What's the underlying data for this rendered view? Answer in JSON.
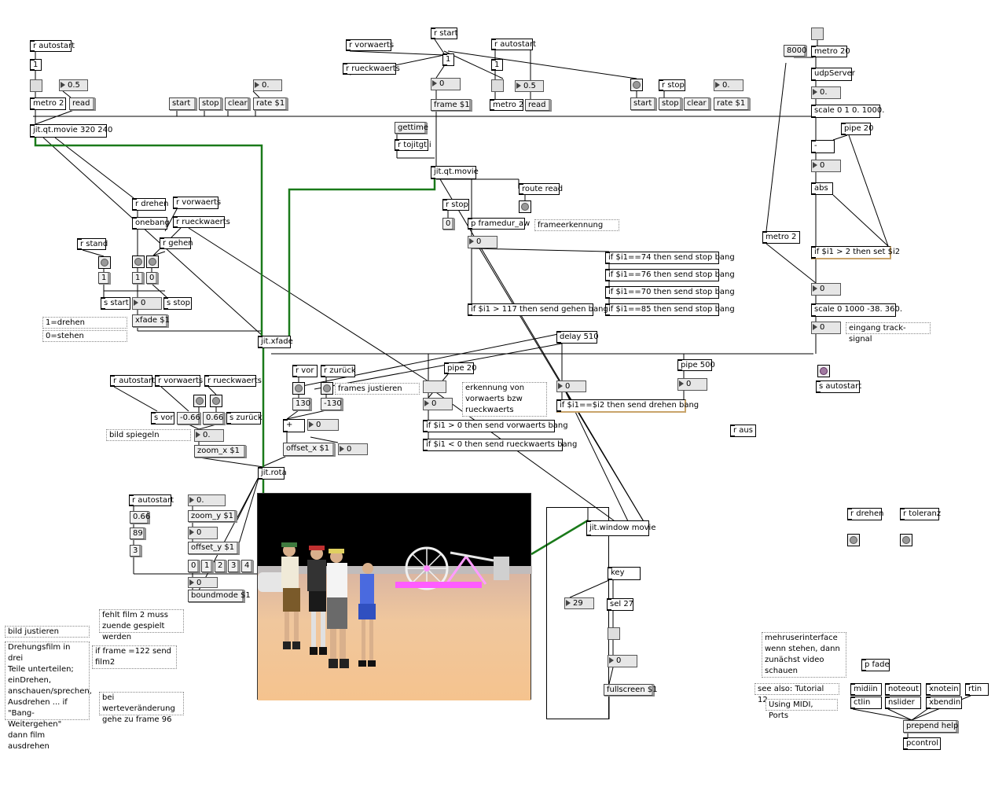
{
  "objects": {
    "r_autostart_1": "r autostart",
    "tog_1": "1",
    "num_05_1": "0.5",
    "metro2_1": "metro 2",
    "read_1": "read",
    "start_1": "start",
    "stop_1": "stop",
    "clear_1": "clear",
    "num_0_1": "0.",
    "rate_1": "rate $1",
    "jit_qt_movie_1": "jit.qt.movie 320 240",
    "r_vorwaerts_1": "r vorwaerts",
    "r_rueckwaerts_1": "r rueckwaerts",
    "r_start": "r start",
    "tog_start": "1",
    "num_0_frame": "0",
    "frame_1": "frame $1",
    "r_autostart_2": "r autostart",
    "tog_2": "1",
    "num_05_2": "0.5",
    "metro2_2": "metro 2",
    "read_2": "read",
    "start_2": "start",
    "r_stop_1": "r stop",
    "stop_2": "stop",
    "clear_2": "clear",
    "num_0_2": "0.",
    "rate_2": "rate $1",
    "gettime": "gettime",
    "r_tojitgtli": "r tojitgtli",
    "jit_qt_movie_2": "jit.qt.movie",
    "route_read": "route read",
    "r_stop_2": "r stop",
    "num_0_stop": "0",
    "p_framedur": "p framedur_aw",
    "frameerkennung": "frameerkennung",
    "num_0_fd": "0",
    "if_74": "if $i1==74 then send stop bang",
    "if_76": "if $i1==76 then send stop bang",
    "if_70": "if $i1==70 then send stop bang",
    "if_85": "if $i1==85 then send stop bang",
    "if_117": "if $i1 > 117 then send gehen bang",
    "r_drehen_1": "r drehen",
    "r_vorwaerts_2": "r vorwaerts",
    "onebang": "onebang",
    "r_rueckwaerts_2": "r rueckwaerts",
    "r_stand": "r stand",
    "r_gehen": "r gehen",
    "one_a": "1",
    "one_b": "1",
    "zero_a": "0",
    "s_start": "s start",
    "num_0_xf": "0",
    "s_stop": "s stop",
    "xfade": "xfade $1",
    "c_drehen": "1=drehen",
    "c_stehen": "0=stehen",
    "jit_xfade": "jit.xfade",
    "delay": "delay 510",
    "pipe500": "pipe 500",
    "num_pipe500": "0",
    "r_vor": "r vor",
    "r_zurueck": "r zurück",
    "frames_justieren": "frames justieren",
    "n130": "130",
    "n_130": "-130",
    "plus": "+",
    "num_plus": "0",
    "pipe20_a": "pipe 20",
    "erkennung": "erkennung von\nvorwaerts bzw\nrueckwaerts",
    "num_pipe20a": "0",
    "num_vr": "0",
    "if_vor": "if $i1 > 0 then send vorwaerts bang",
    "if_rueck": "if $i1 < 0 then send rueckwaerts bang",
    "num_d": "0",
    "if_drehen": "if $i1==$i2 then send drehen bang",
    "r_aus": "r aus",
    "r_autostart_3": "r autostart",
    "r_vorwaerts_3": "r vorwaerts",
    "r_rueckwaerts_3": "r rueckwaerts",
    "s_vor": "s vor",
    "m066": "-0.66",
    "p066": "0.66",
    "s_zurueck": "s zurück",
    "bild_spiegeln": "bild spiegeln",
    "num_zoomx": "0.",
    "zoom_x": "zoom_x $1",
    "offset_x": "offset_x $1",
    "num_offx": "0",
    "jit_rota": "jit.rota",
    "r_autostart_4": "r autostart",
    "num_066": "0.66",
    "num_0_zy": "0.",
    "zoom_y": "zoom_y $1",
    "n89": "89",
    "num_offy": "0",
    "offset_y": "offset_y $1",
    "n3": "3",
    "b0": "0",
    "b1": "1",
    "b2": "2",
    "b3": "3",
    "b4": "4",
    "num_bm": "0",
    "boundmode": "boundmode $1",
    "fehlt": "fehlt film 2 muss\nzuende gespielt werden",
    "bild_justieren": "bild justieren",
    "drehungsfilm": "Drehungsfilm in drei\nTeile unterteilen;\neinDrehen,\nanschauen/sprechen,\nAusdrehen ... if\n\"Bang-Weitergehen\"\ndann film ausdrehen",
    "if_frame": "if frame =122 send\nfilm2",
    "bei_werte": "bei werteveränderung\ngehe zu frame 96",
    "jit_window": "jit.window movie",
    "key": "key",
    "num_29": "29",
    "sel27": "sel 27",
    "num_fs": "0",
    "fullscreen": "fullscreen $1",
    "n8000": "8000",
    "metro20": "metro 20",
    "udpserver": "udpServer",
    "num_udp": "0.",
    "scale1": "scale 0 1 0. 1000.",
    "pipe20_b": "pipe 20",
    "minus": "-",
    "num_minus": "0",
    "abs": "abs",
    "metro2_3": "metro 2",
    "if_gt2": "if $i1 > 2 then set $i2",
    "num_if": "0",
    "scale2": "scale 0 1000 -38. 360.",
    "num_sc2": "0",
    "eingang": "eingang track-signal",
    "s_autostart": "s autostart",
    "r_drehen_2": "r drehen",
    "r_toleranz": "r toleranz",
    "mehruser": "mehruserinterface\nwenn stehen, dann\nzunächst video\nschauen",
    "p_fade": "p fade",
    "see_also": "see also: Tutorial 12",
    "using_midi": "Using MIDI, Ports",
    "midiin": "midiin",
    "noteout": "noteout",
    "xnotein": "xnotein",
    "rtin": "rtin",
    "ctlin": "ctlin",
    "nslider": "nslider",
    "xbendin": "xbendin",
    "prepend_help": "prepend help",
    "pcontrol": "pcontrol"
  },
  "colors": {
    "video_wire": "#1a7a1a",
    "patch_wire": "#000000",
    "background": "#ffffff"
  }
}
